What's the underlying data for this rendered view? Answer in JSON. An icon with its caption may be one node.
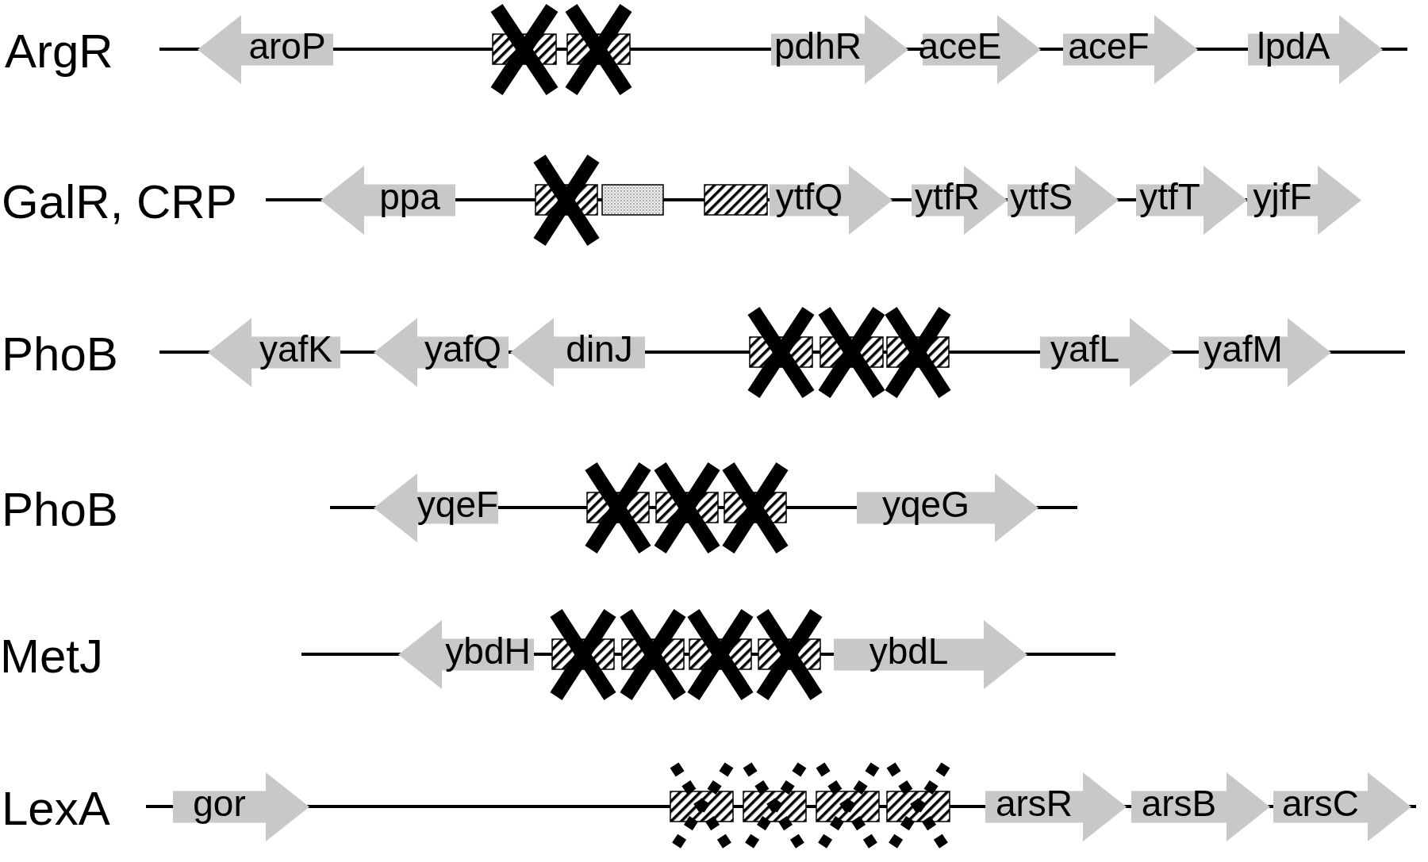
{
  "diagram": {
    "nodes": [
      {
        "text": [
          "aroP"
        ]
      },
      {
        "text": [],
        "shape": "box"
      },
      {
        "text": [],
        "shape": "box"
      },
      {
        "text": [
          "pdhR"
        ]
      },
      {
        "text": [
          "aceE"
        ]
      },
      {
        "text": [
          "aceF"
        ]
      },
      {
        "text": [
          "lpdA"
        ]
      },
      {
        "text": [
          "ppa"
        ]
      },
      {
        "text": [],
        "shape": "box"
      },
      {
        "text": [],
        "shape": "box"
      },
      {
        "text": [],
        "shape": "box"
      },
      {
        "text": [
          "ytfQ"
        ]
      },
      {
        "text": [
          "ytfR"
        ]
      },
      {
        "text": [
          "ytfS"
        ]
      },
      {
        "text": [
          "ytfT"
        ]
      },
      {
        "text": [
          "yjfF"
        ]
      },
      {
        "text": [
          "yafK"
        ]
      },
      {
        "text": [
          "yafQ"
        ]
      },
      {
        "text": [
          "dinJ"
        ]
      },
      {
        "text": [],
        "shape": "box"
      },
      {
        "text": [],
        "shape": "box"
      },
      {
        "text": [],
        "shape": "box"
      },
      {
        "text": [
          "yafL"
        ]
      },
      {
        "text": [
          "yafM"
        ]
      },
      {
        "text": [
          "yqeF"
        ]
      },
      {
        "text": [],
        "shape": "box"
      },
      {
        "text": [],
        "shape": "box"
      },
      {
        "text": [],
        "shape": "box"
      },
      {
        "text": [
          "yqeG"
        ]
      },
      {
        "text": [
          "ybdH"
        ]
      },
      {
        "text": [],
        "shape": "box"
      },
      {
        "text": [],
        "shape": "box"
      },
      {
        "text": [],
        "shape": "box"
      },
      {
        "text": [],
        "shape": "box"
      },
      {
        "text": [
          "ybdL"
        ]
      },
      {
        "text": [
          "gor"
        ]
      },
      {
        "text": [],
        "shape": "box"
      },
      {
        "text": [],
        "shape": "box"
      },
      {
        "text": [],
        "shape": "box"
      },
      {
        "text": [],
        "shape": "box"
      },
      {
        "text": [
          "arsR"
        ]
      },
      {
        "text": [
          "arsB"
        ]
      },
      {
        "text": [
          "arsC"
        ]
      }
    ],
    "labels": [
      "ArgR",
      "GalR, CRP",
      "PhoB",
      "PhoB",
      "MetJ",
      "LexA"
    ]
  }
}
